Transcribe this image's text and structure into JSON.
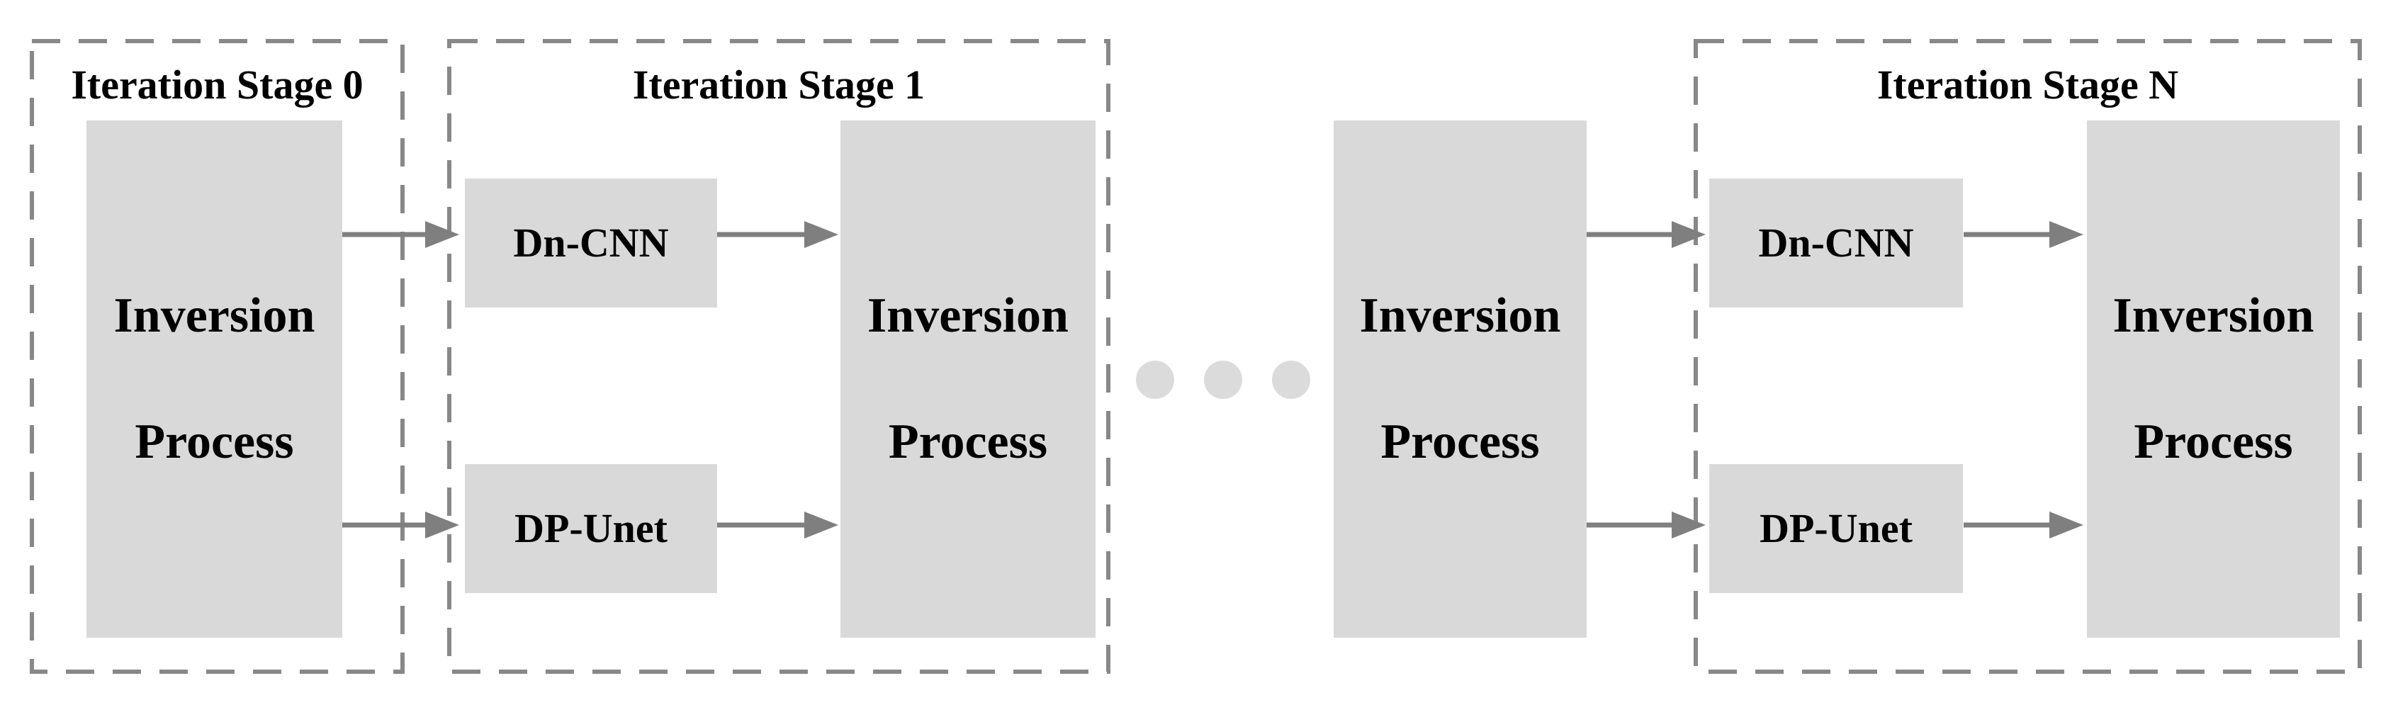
{
  "stage0": {
    "title": "Iteration Stage 0",
    "process": {
      "line1": "Inversion",
      "line2": "Process"
    }
  },
  "stage1": {
    "title": "Iteration Stage 1",
    "dncnn_label": "Dn-CNN",
    "dpunet_label": "DP-Unet",
    "process": {
      "line1": "Inversion",
      "line2": "Process"
    }
  },
  "middle": {
    "process": {
      "line1": "Inversion",
      "line2": "Process"
    },
    "ellipsis_dots_count": 3
  },
  "stageN": {
    "title": "Iteration Stage N",
    "dncnn_label": "Dn-CNN",
    "dpunet_label": "DP-Unet",
    "process": {
      "line1": "Inversion",
      "line2": "Process"
    }
  },
  "colors": {
    "box_fill": "#d9d9d9",
    "dashed_border": "#888888",
    "arrow": "#7f7f7f",
    "dots": "#dbdbdb",
    "text": "#000000",
    "background": "#ffffff"
  }
}
